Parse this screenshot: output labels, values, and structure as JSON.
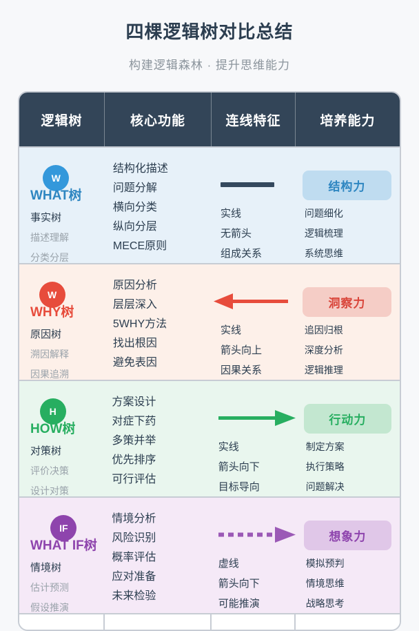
{
  "page": {
    "title": "四棵逻辑树对比总结",
    "subtitle": "构建逻辑森林 · 提升思维能力"
  },
  "table": {
    "headers": [
      "逻辑树",
      "核心功能",
      "连线特征",
      "培养能力"
    ],
    "rows": [
      {
        "letter": "W",
        "tree_name": "WHAT树",
        "tree_alias": "事实树",
        "tree_desc": [
          "描述理解",
          "分类分层"
        ],
        "functions": [
          "结构化描述",
          "问题分解",
          "横向分类",
          "纵向分层",
          "MECE原则"
        ],
        "line_style": "solid-no-arrow",
        "line_labels": [
          "实线",
          "无箭头",
          "组成关系"
        ],
        "ability": "结构力",
        "ability_items": [
          "问题细化",
          "逻辑梳理",
          "系统思维"
        ],
        "colors": {
          "accent": "#3498db",
          "row_bg": "#e7f1f9",
          "badge_bg": "#bfdcf0",
          "badge_text": "#2e86c1"
        }
      },
      {
        "letter": "W",
        "tree_name": "WHY树",
        "tree_alias": "原因树",
        "tree_desc": [
          "溯因解释",
          "因果追溯"
        ],
        "functions": [
          "原因分析",
          "层层深入",
          "5WHY方法",
          "找出根因",
          "避免表因"
        ],
        "line_style": "solid-arrow-left",
        "line_labels": [
          "实线",
          "箭头向上",
          "因果关系"
        ],
        "ability": "洞察力",
        "ability_items": [
          "追因归根",
          "深度分析",
          "逻辑推理"
        ],
        "colors": {
          "accent": "#e74c3c",
          "row_bg": "#fdf0e9",
          "badge_bg": "#f5cdc6",
          "badge_text": "#d9453a"
        }
      },
      {
        "letter": "H",
        "tree_name": "HOW树",
        "tree_alias": "对策树",
        "tree_desc": [
          "评价决策",
          "设计对策"
        ],
        "functions": [
          "方案设计",
          "对症下药",
          "多策并举",
          "优先排序",
          "可行评估"
        ],
        "line_style": "solid-arrow-right",
        "line_labels": [
          "实线",
          "箭头向下",
          "目标导向"
        ],
        "ability": "行动力",
        "ability_items": [
          "制定方案",
          "执行策略",
          "问题解决"
        ],
        "colors": {
          "accent": "#27ae60",
          "row_bg": "#e9f6ee",
          "badge_bg": "#c3e7d0",
          "badge_text": "#27ae60"
        }
      },
      {
        "letter": "IF",
        "tree_name": "WHAT IF树",
        "tree_alias": "情境树",
        "tree_desc": [
          "估计预测",
          "假设推演"
        ],
        "functions": [
          "情境分析",
          "风险识别",
          "概率评估",
          "应对准备",
          "未来检验"
        ],
        "line_style": "dashed-arrow-right",
        "line_labels": [
          "虚线",
          "箭头向下",
          "可能推演"
        ],
        "ability": "想象力",
        "ability_items": [
          "模拟预判",
          "情境思维",
          "战略思考"
        ],
        "colors": {
          "accent": "#8e44ad",
          "row_bg": "#f5e9f7",
          "badge_bg": "#e0c7e8",
          "badge_text": "#8e44ad"
        }
      }
    ]
  }
}
